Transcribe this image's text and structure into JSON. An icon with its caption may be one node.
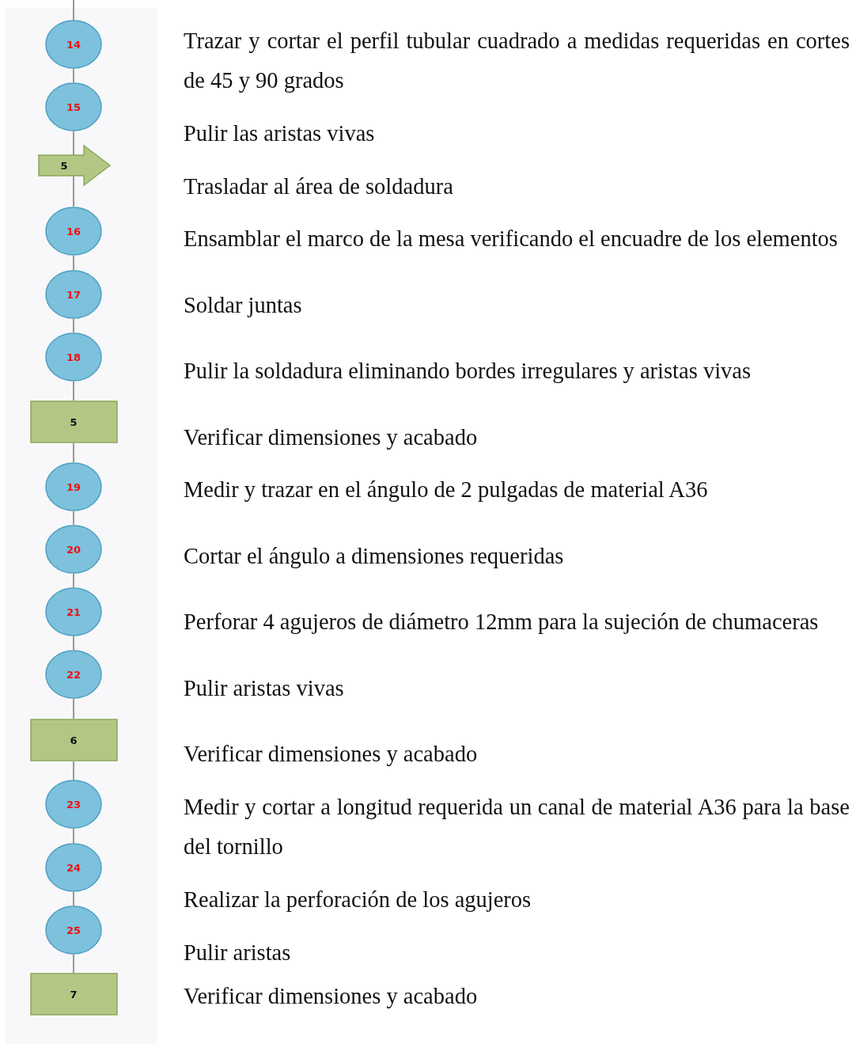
{
  "diagram": {
    "nodes": [
      {
        "text": [
          "14"
        ],
        "beside": [
          "Trazar y cortar el perfil tubular cuadrado a medidas requeridas en cortes de 45 y 90 grados"
        ]
      },
      {
        "text": [
          "15"
        ],
        "beside": [
          "Pulir las aristas vivas"
        ]
      },
      {
        "text": [
          "5"
        ],
        "beside": [
          "Trasladar al área de soldadura"
        ]
      },
      {
        "text": [
          "16"
        ],
        "beside": [
          "Ensamblar el marco de la mesa verificando el encuadre de los elementos"
        ]
      },
      {
        "text": [
          "17"
        ],
        "beside": [
          "Soldar juntas"
        ]
      },
      {
        "text": [
          "18"
        ],
        "beside": [
          "Pulir la soldadura eliminando bordes irregulares y aristas vivas"
        ]
      },
      {
        "text": [
          "5"
        ],
        "beside": [
          "Verificar dimensiones y acabado"
        ]
      },
      {
        "text": [
          "19"
        ],
        "beside": [
          "Medir y trazar en el ángulo de 2 pulgadas de material A36"
        ]
      },
      {
        "text": [
          "20"
        ],
        "beside": [
          "Cortar el ángulo a dimensiones requeridas"
        ]
      },
      {
        "text": [
          "21"
        ],
        "beside": [
          "Perforar 4 agujeros de diámetro 12mm para la sujeción de chumaceras"
        ]
      },
      {
        "text": [
          "22"
        ],
        "beside": [
          "Pulir aristas vivas"
        ]
      },
      {
        "text": [
          "6"
        ],
        "beside": [
          "Verificar dimensiones y acabado"
        ]
      },
      {
        "text": [
          "23"
        ],
        "beside": [
          "Medir y cortar a longitud requerida un canal de material A36 para la base del tornillo"
        ]
      },
      {
        "text": [
          "24"
        ],
        "beside": [
          "Realizar la perforación de los agujeros"
        ]
      },
      {
        "text": [
          "25"
        ],
        "beside": [
          "Pulir aristas"
        ]
      },
      {
        "text": [
          "7"
        ],
        "beside": [
          "Verificar dimensiones y acabado"
        ]
      }
    ],
    "edges": [
      {
        "from": null,
        "to": 0,
        "arrow": "none"
      },
      {
        "from": 0,
        "to": 1,
        "arrow": "none"
      },
      {
        "from": 1,
        "to": 2,
        "arrow": "none"
      },
      {
        "from": 2,
        "to": 3,
        "arrow": "none"
      },
      {
        "from": 3,
        "to": 4,
        "arrow": "none"
      },
      {
        "from": 4,
        "to": 5,
        "arrow": "none"
      },
      {
        "from": 5,
        "to": 6,
        "arrow": "none"
      },
      {
        "from": 6,
        "to": 7,
        "arrow": "none"
      },
      {
        "from": 7,
        "to": 8,
        "arrow": "none"
      },
      {
        "from": 8,
        "to": 9,
        "arrow": "none"
      },
      {
        "from": 9,
        "to": 10,
        "arrow": "none"
      },
      {
        "from": 10,
        "to": 11,
        "arrow": "none"
      },
      {
        "from": 11,
        "to": 12,
        "arrow": "none"
      },
      {
        "from": 12,
        "to": 13,
        "arrow": "none"
      },
      {
        "from": 13,
        "to": 14,
        "arrow": "none"
      },
      {
        "from": 14,
        "to": 15,
        "arrow": "none"
      }
    ]
  }
}
